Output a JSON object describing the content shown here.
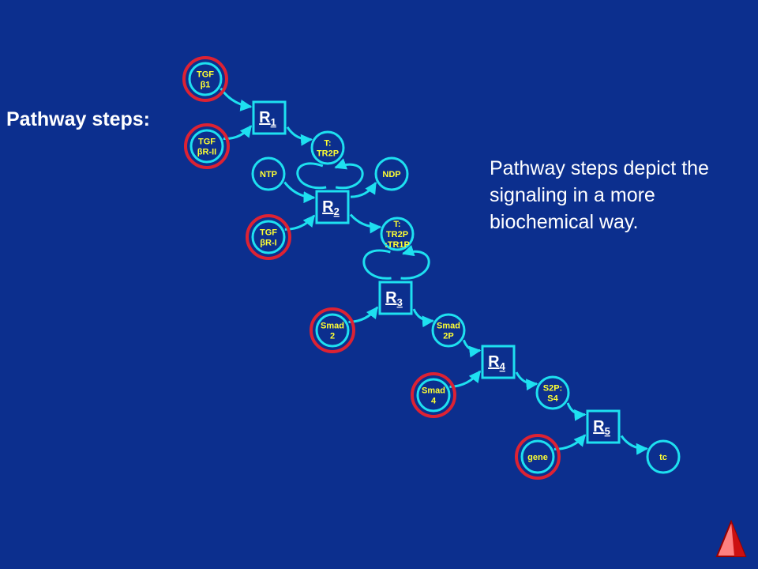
{
  "slide": {
    "heading": "Pathway steps:",
    "description": "Pathway steps depict the signaling in a more biochemical way."
  },
  "colors": {
    "background": "#0c2f8e",
    "species_stroke": "#1ee0f0",
    "ring_stroke": "#dd2233",
    "node_text": "#ffff33",
    "reaction_label": "#ffffff"
  },
  "species": [
    {
      "id": "tgfb1",
      "lines": [
        "TGF",
        "β1"
      ],
      "ringed": true
    },
    {
      "id": "tgfbr2",
      "lines": [
        "TGF",
        "βR-II"
      ],
      "ringed": true
    },
    {
      "id": "t_tr2p",
      "lines": [
        "T:",
        "TR2P"
      ],
      "ringed": false
    },
    {
      "id": "ntp",
      "lines": [
        "NTP"
      ],
      "ringed": false
    },
    {
      "id": "ndp",
      "lines": [
        "NDP"
      ],
      "ringed": false
    },
    {
      "id": "tgfbr1",
      "lines": [
        "TGF",
        "βR-I"
      ],
      "ringed": true
    },
    {
      "id": "t_tr2p_tr1p",
      "lines": [
        "T:",
        "TR2P",
        ":TR1P"
      ],
      "ringed": false
    },
    {
      "id": "smad2",
      "lines": [
        "Smad",
        "2"
      ],
      "ringed": true
    },
    {
      "id": "smad2p",
      "lines": [
        "Smad",
        "2P"
      ],
      "ringed": false
    },
    {
      "id": "smad4",
      "lines": [
        "Smad",
        "4"
      ],
      "ringed": true
    },
    {
      "id": "s2p_s4",
      "lines": [
        "S2P:",
        "S4"
      ],
      "ringed": false
    },
    {
      "id": "gene",
      "lines": [
        "gene"
      ],
      "ringed": true
    },
    {
      "id": "tc",
      "lines": [
        "tc"
      ],
      "ringed": false
    }
  ],
  "reactions": [
    {
      "id": "r1",
      "label": "R",
      "sub": "1"
    },
    {
      "id": "r2",
      "label": "R",
      "sub": "2"
    },
    {
      "id": "r3",
      "label": "R",
      "sub": "3"
    },
    {
      "id": "r4",
      "label": "R",
      "sub": "4"
    },
    {
      "id": "r5",
      "label": "R",
      "sub": "5"
    }
  ],
  "edges": [
    {
      "from": "tgfb1",
      "to": "r1"
    },
    {
      "from": "tgfbr2",
      "to": "r1"
    },
    {
      "from": "r1",
      "to": "t_tr2p"
    },
    {
      "from": "t_tr2p",
      "to": "r2",
      "loop": true
    },
    {
      "from": "ntp",
      "to": "r2"
    },
    {
      "from": "r2",
      "to": "ndp"
    },
    {
      "from": "tgfbr1",
      "to": "r2"
    },
    {
      "from": "r2",
      "to": "t_tr2p_tr1p"
    },
    {
      "from": "t_tr2p_tr1p",
      "to": "r3",
      "loop": true
    },
    {
      "from": "smad2",
      "to": "r3"
    },
    {
      "from": "r3",
      "to": "smad2p"
    },
    {
      "from": "smad2p",
      "to": "r4"
    },
    {
      "from": "smad4",
      "to": "r4"
    },
    {
      "from": "r4",
      "to": "s2p_s4"
    },
    {
      "from": "s2p_s4",
      "to": "r5"
    },
    {
      "from": "gene",
      "to": "r5"
    },
    {
      "from": "r5",
      "to": "tc"
    }
  ]
}
